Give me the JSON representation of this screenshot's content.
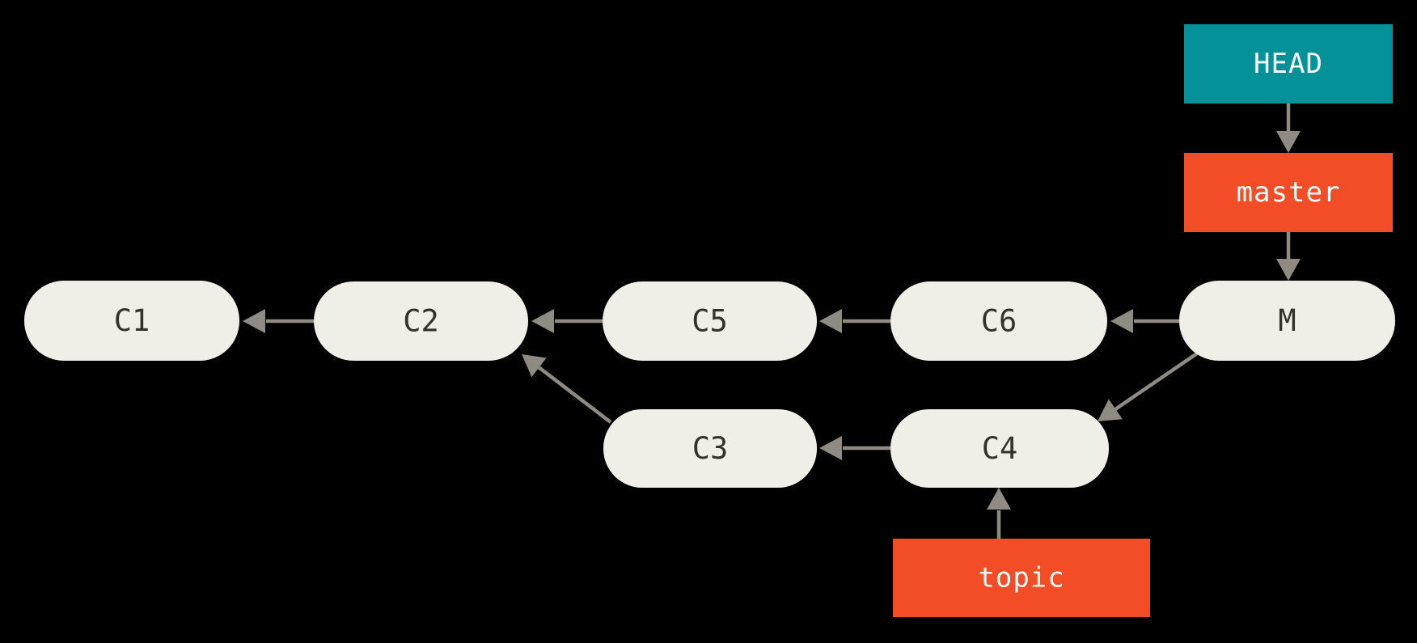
{
  "diagram_title": "git-merge-history-diagram",
  "colors": {
    "background": "#000000",
    "commit_fill": "#f0efe7",
    "commit_text": "#32322c",
    "head_fill": "#049298",
    "branch_fill": "#f24d27",
    "ref_text": "#ffffff",
    "arrow": "#8f8a82"
  },
  "commits": [
    {
      "label": "C1"
    },
    {
      "label": "C2"
    },
    {
      "label": "C5"
    },
    {
      "label": "C6"
    },
    {
      "label": "M"
    },
    {
      "label": "C3"
    },
    {
      "label": "C4"
    }
  ],
  "refs": [
    {
      "label": "HEAD",
      "points_to": "master"
    },
    {
      "label": "master",
      "points_to": "M"
    },
    {
      "label": "topic",
      "points_to": "C4"
    }
  ],
  "edges": [
    {
      "from": "C2",
      "to": "C1"
    },
    {
      "from": "C5",
      "to": "C2"
    },
    {
      "from": "C6",
      "to": "C5"
    },
    {
      "from": "M",
      "to": "C6"
    },
    {
      "from": "C3",
      "to": "C2"
    },
    {
      "from": "C4",
      "to": "C3"
    },
    {
      "from": "M",
      "to": "C4"
    },
    {
      "from": "HEAD",
      "to": "master"
    },
    {
      "from": "master",
      "to": "M"
    },
    {
      "from": "topic",
      "to": "C4"
    }
  ]
}
